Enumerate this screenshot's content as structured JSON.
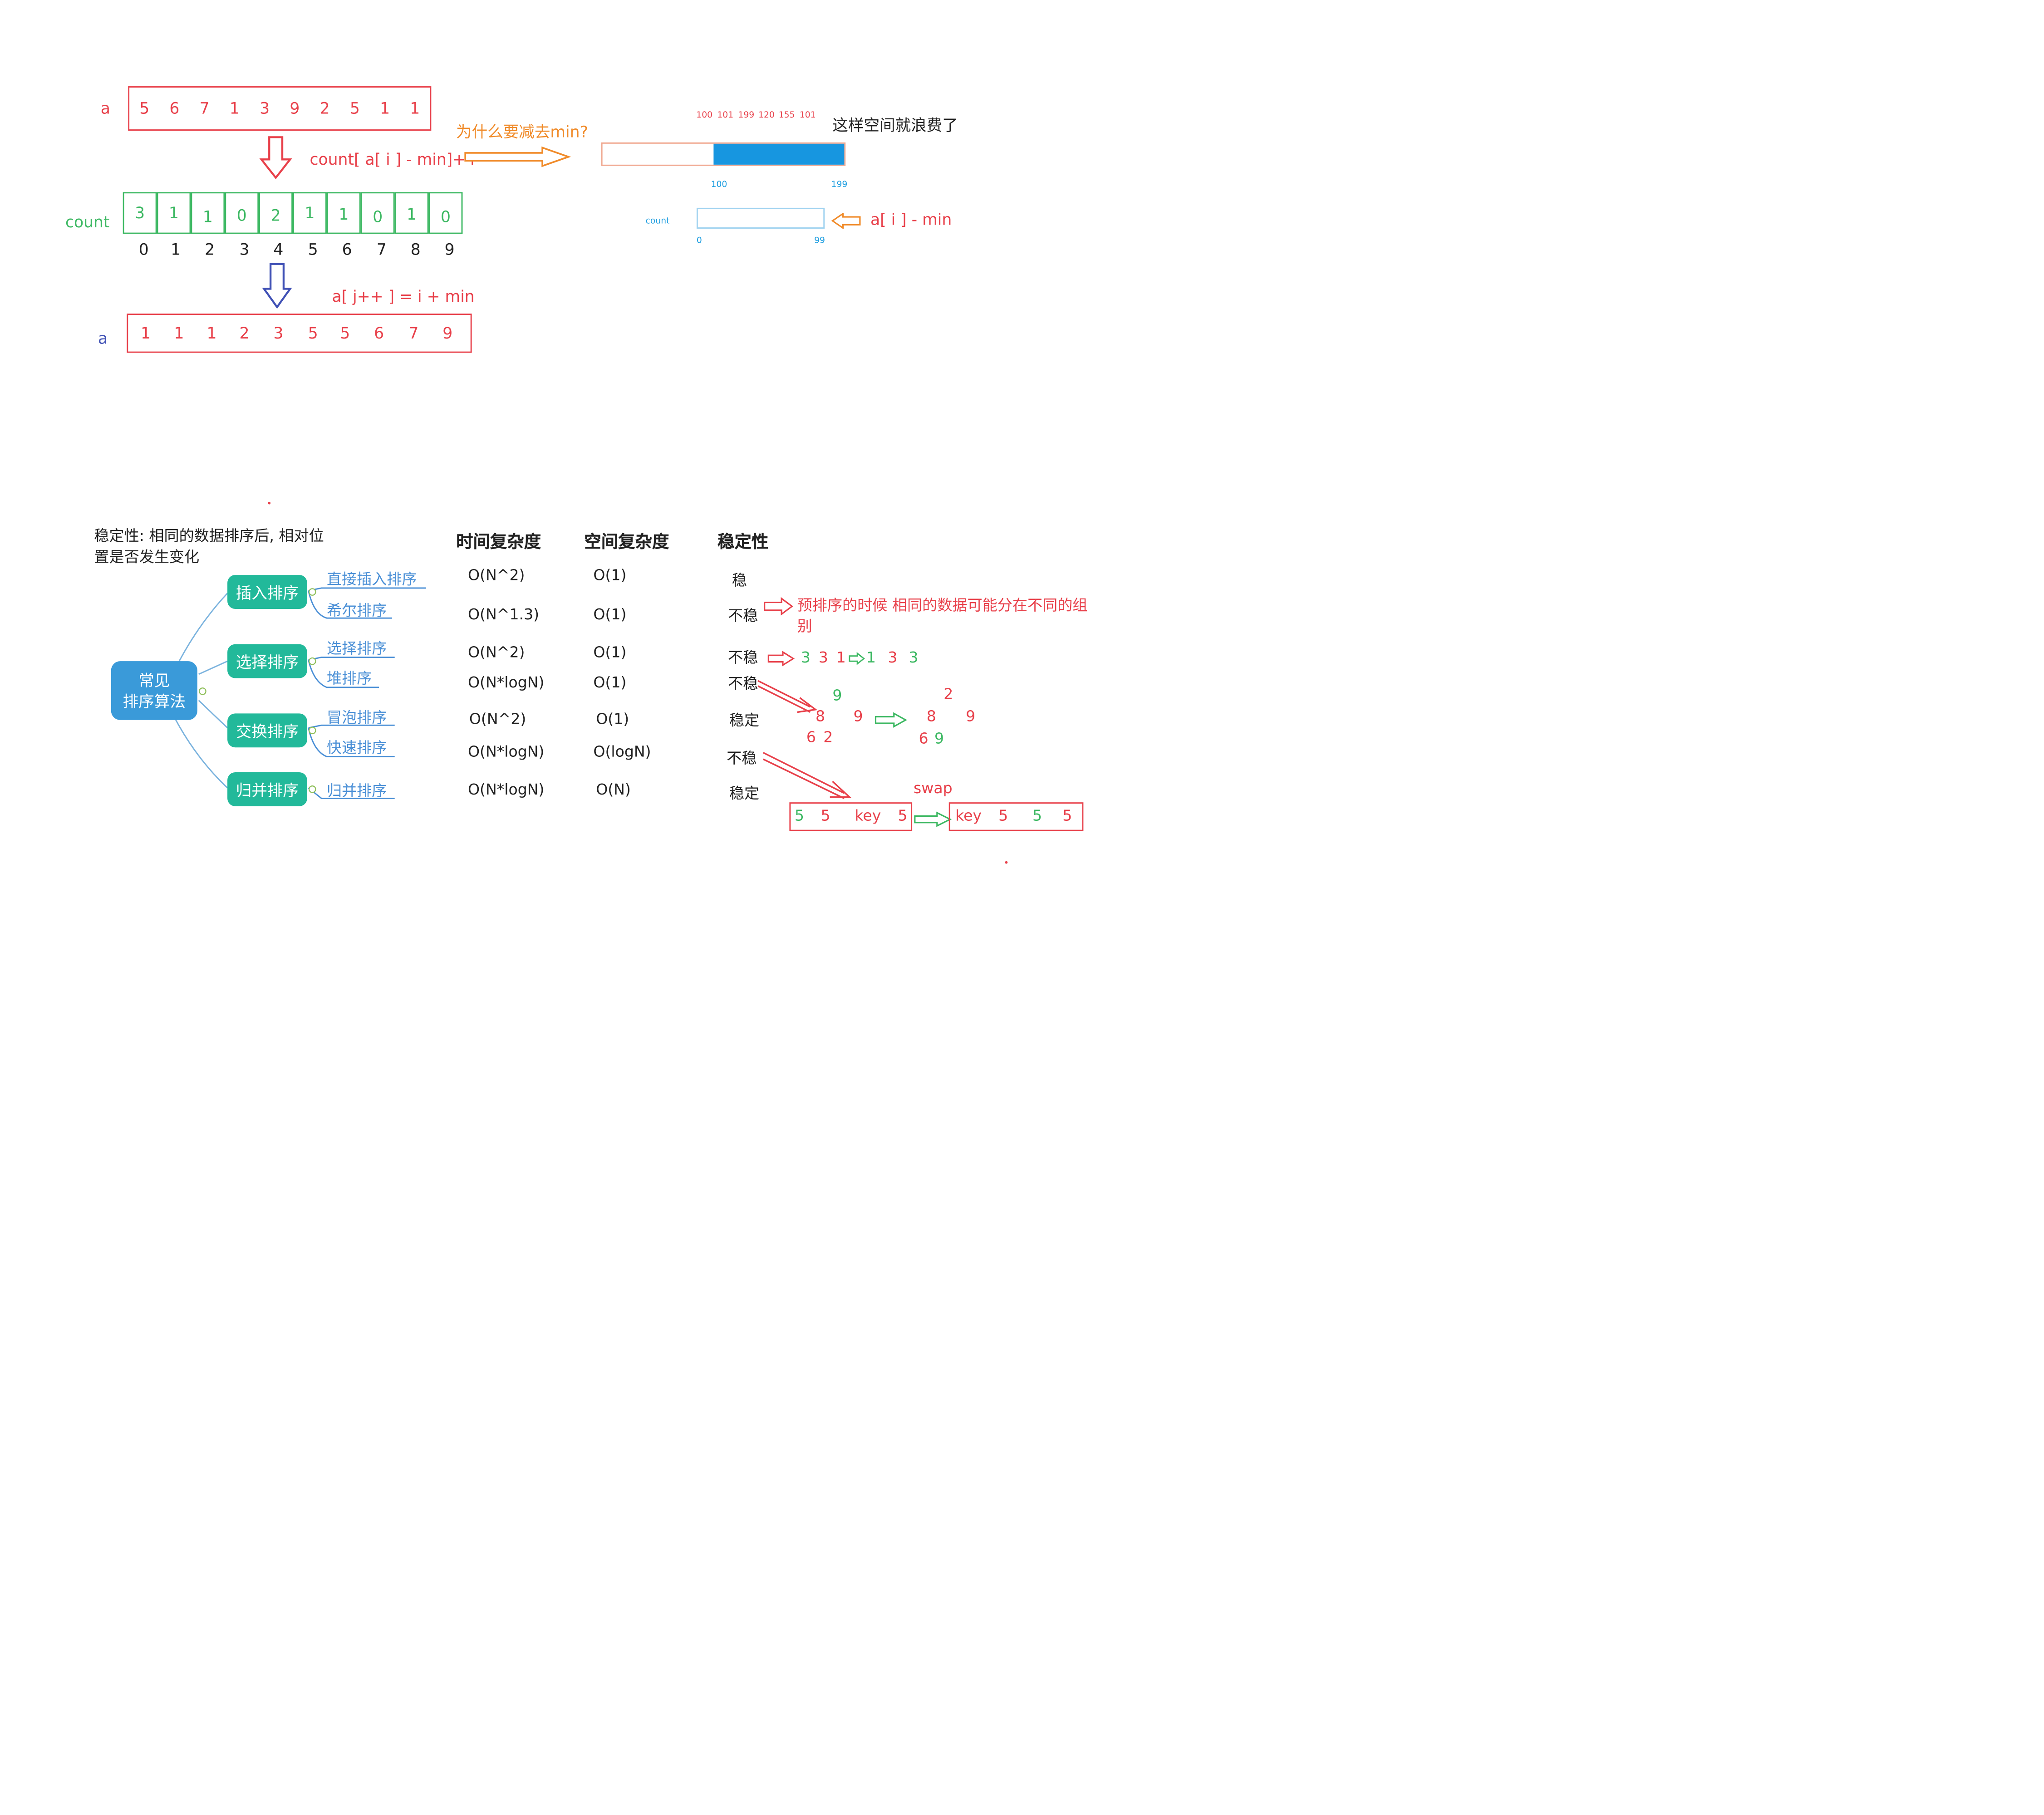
{
  "top": {
    "a_label": "a",
    "a_values": [
      "5",
      "6",
      "7",
      "1",
      "3",
      "9",
      "2",
      "5",
      "1",
      "1"
    ],
    "count_formula": "count[ a[ i ] - min]++",
    "count_label": "count",
    "count_values": [
      "3",
      "1",
      "1",
      "0",
      "2",
      "1",
      "1",
      "0",
      "1",
      "0"
    ],
    "index_values": [
      "0",
      "1",
      "2",
      "3",
      "4",
      "5",
      "6",
      "7",
      "8",
      "9"
    ],
    "write_formula": "a[ j++ ] = i + min",
    "a2_label": "a",
    "a2_values": [
      "1",
      "1",
      "1",
      "2",
      "3",
      "5",
      "5",
      "6",
      "7",
      "9"
    ],
    "why_min": "为什么要减去min?",
    "example_values": [
      "100",
      "101",
      "199",
      "120",
      "155",
      "101"
    ],
    "waste_note": "这样空间就浪费了",
    "bar_left": "100",
    "bar_right": "199",
    "count_small": "count",
    "range_left": "0",
    "range_right": "99",
    "offset_formula": "a[ i ] - min"
  },
  "bottom": {
    "stability_def": [
      "稳定性: 相同的数据排序后, 相对位",
      "置是否发生变化"
    ],
    "root": [
      "常见",
      "排序算法"
    ],
    "groups": [
      {
        "name": "插入排序",
        "leaves": [
          "直接插入排序",
          "希尔排序"
        ]
      },
      {
        "name": "选择排序",
        "leaves": [
          "选择排序",
          "堆排序"
        ]
      },
      {
        "name": "交换排序",
        "leaves": [
          "冒泡排序",
          "快速排序"
        ]
      },
      {
        "name": "归并排序",
        "leaves": [
          "归并排序"
        ]
      }
    ],
    "headers": {
      "time": "时间复杂度",
      "space": "空间复杂度",
      "stable": "稳定性"
    },
    "rows": [
      {
        "time": "O(N^2)",
        "space": "O(1)",
        "stable": "稳"
      },
      {
        "time": "O(N^1.3)",
        "space": "O(1)",
        "stable": "不稳"
      },
      {
        "time": "O(N^2)",
        "space": "O(1)",
        "stable": "不稳"
      },
      {
        "time": "O(N*logN)",
        "space": "O(1)",
        "stable": "不稳"
      },
      {
        "time": "O(N^2)",
        "space": "O(1)",
        "stable": "稳定"
      },
      {
        "time": "O(N*logN)",
        "space": "O(logN)",
        "stable": "不稳"
      },
      {
        "time": "O(N*logN)",
        "space": "O(N)",
        "stable": "稳定"
      }
    ],
    "shell_note": [
      "预排序的时候 相同的数据可能分在不同的组",
      "别"
    ],
    "select_example": {
      "before": [
        "3",
        "3",
        "1"
      ],
      "after": [
        "1",
        "3",
        "3"
      ]
    },
    "heap_example": {
      "before": {
        "top": "9",
        "mid": [
          "8",
          "9"
        ],
        "bottom": [
          "6",
          "2"
        ]
      },
      "after": {
        "top": "2",
        "mid": [
          "8",
          "9"
        ],
        "bottom": [
          "6",
          "9"
        ]
      }
    },
    "swap_label": "swap",
    "quick_before": [
      "5",
      "5",
      "key",
      "5"
    ],
    "quick_after": [
      "key",
      "5",
      "5",
      "5"
    ]
  },
  "colors": {
    "red": "#e8404a",
    "green": "#3cb862",
    "blue": "#3f50b5",
    "orange": "#f08b2a",
    "sky": "#1e9ee0",
    "mindmap": "#22b99a",
    "root": "#3a9ad9"
  }
}
